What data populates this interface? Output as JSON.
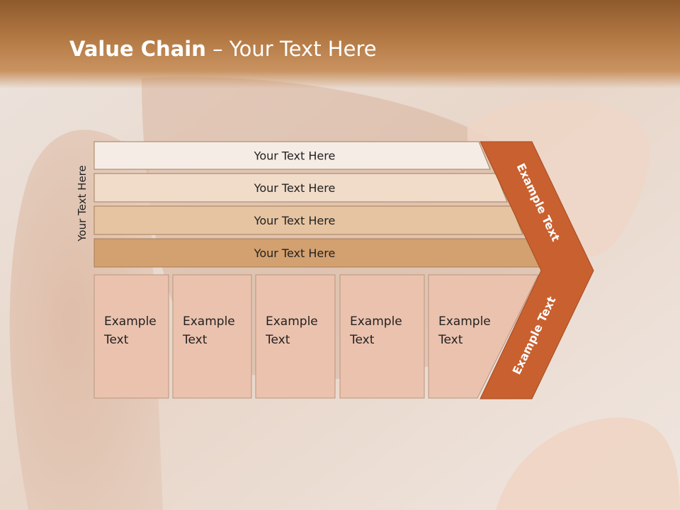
{
  "slide": {
    "title_bold": "Value Chain",
    "title_rest": " – Your Text Here",
    "side_label": "Your Text Here"
  },
  "bands": [
    {
      "label": "Your Text Here",
      "color": "#f6ece6"
    },
    {
      "label": "Your Text Here",
      "color": "#f1dcc9"
    },
    {
      "label": "Your Text Here",
      "color": "#e6c4a2"
    },
    {
      "label": "Your Text Here",
      "color": "#d3a06f"
    }
  ],
  "columns": [
    {
      "line1": "Example",
      "line2": "Text"
    },
    {
      "line1": "Example",
      "line2": "Text"
    },
    {
      "line1": "Example",
      "line2": "Text"
    },
    {
      "line1": "Example",
      "line2": "Text"
    },
    {
      "line1": "Example",
      "line2": "Text"
    }
  ],
  "chevron": {
    "upper_label": "Example Text",
    "lower_label": "Example Text",
    "color": "#c9602f"
  },
  "colors": {
    "column_fill": "#ebc2ae",
    "column_stroke": "#b9957f",
    "band_stroke": "#a77e5a"
  }
}
